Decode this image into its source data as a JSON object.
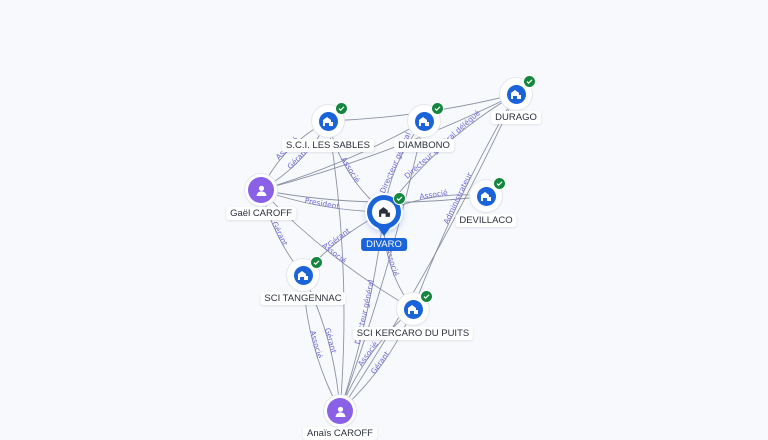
{
  "colors": {
    "company": "#1a63d9",
    "person": "#8a60e6",
    "verified": "#14863e",
    "edge_label": "#6f67d8",
    "background": "#f8f9fc"
  },
  "nodes": {
    "divaro": {
      "label": "DIVARO",
      "kind": "company",
      "icon": "building-icon",
      "verified": true,
      "focus": true
    },
    "scilessables": {
      "label": "S.C.I. LES SABLES",
      "kind": "company",
      "icon": "building-icon",
      "verified": true
    },
    "diambono": {
      "label": "DIAMBONO",
      "kind": "company",
      "icon": "building-icon",
      "verified": true
    },
    "durago": {
      "label": "DURAGO",
      "kind": "company",
      "icon": "building-icon",
      "verified": true
    },
    "devillaco": {
      "label": "DEVILLACO",
      "kind": "company",
      "icon": "building-icon",
      "verified": true
    },
    "scitangennac": {
      "label": "SCI TANGENNAC",
      "kind": "company",
      "icon": "building-icon",
      "verified": true
    },
    "scikercaro": {
      "label": "SCI KERCARO DU PUITS",
      "kind": "company",
      "icon": "building-icon",
      "verified": true
    },
    "gaelcaroff": {
      "label": "Gaël CAROFF",
      "kind": "person",
      "icon": "person-icon",
      "verified": false
    },
    "person2": {
      "label": "Anaïs CAROFF",
      "kind": "person",
      "icon": "person-icon",
      "verified": false
    }
  },
  "edges": [
    {
      "from": "gaelcaroff",
      "to": "divaro",
      "label": "President"
    },
    {
      "from": "gaelcaroff",
      "to": "scilessables",
      "label": "Gérant"
    },
    {
      "from": "gaelcaroff",
      "to": "scilessables",
      "label": "Associé"
    },
    {
      "from": "gaelcaroff",
      "to": "diambono",
      "label": ""
    },
    {
      "from": "gaelcaroff",
      "to": "durago",
      "label": ""
    },
    {
      "from": "gaelcaroff",
      "to": "devillaco",
      "label": ""
    },
    {
      "from": "gaelcaroff",
      "to": "scitangennac",
      "label": "Gérant"
    },
    {
      "from": "gaelcaroff",
      "to": "scikercaro",
      "label": "Associé"
    },
    {
      "from": "scilessables",
      "to": "divaro",
      "label": "Associé"
    },
    {
      "from": "scilessables",
      "to": "durago",
      "label": ""
    },
    {
      "from": "diambono",
      "to": "divaro",
      "label": "Directeur général"
    },
    {
      "from": "durago",
      "to": "divaro",
      "label": "Directeur général délégué"
    },
    {
      "from": "durago",
      "to": "scikercaro",
      "label": "Administrateur"
    },
    {
      "from": "devillaco",
      "to": "divaro",
      "label": "Associé"
    },
    {
      "from": "divaro",
      "to": "scikercaro",
      "label": "Associé"
    },
    {
      "from": "divaro",
      "to": "scitangennac",
      "label": "Gérant"
    },
    {
      "from": "person2",
      "to": "scitangennac",
      "label": "Gérant"
    },
    {
      "from": "person2",
      "to": "scitangennac",
      "label": "Associé"
    },
    {
      "from": "person2",
      "to": "divaro",
      "label": "Directeur général"
    },
    {
      "from": "person2",
      "to": "scikercaro",
      "label": "Gérant"
    },
    {
      "from": "person2",
      "to": "scikercaro",
      "label": "Associé"
    },
    {
      "from": "person2",
      "to": "diambono",
      "label": ""
    },
    {
      "from": "person2",
      "to": "durago",
      "label": ""
    },
    {
      "from": "person2",
      "to": "scilessables",
      "label": ""
    }
  ]
}
